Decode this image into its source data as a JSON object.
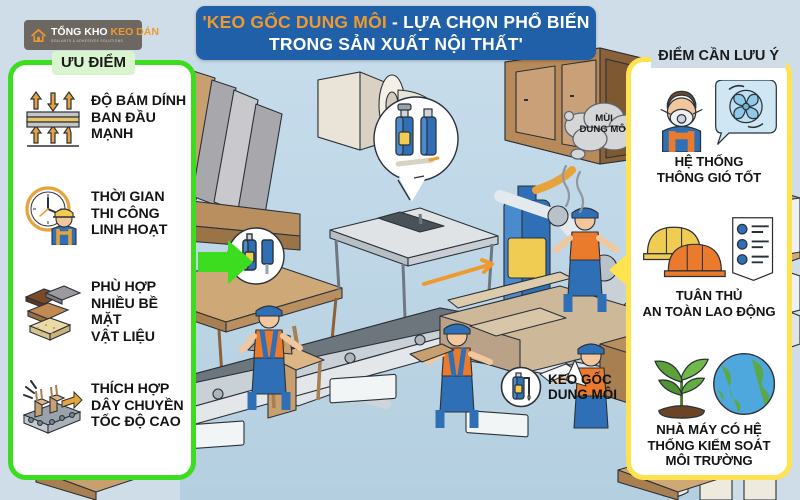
{
  "brand": {
    "logo_main_1": "TỔNG KHO",
    "logo_main_2": "KEO DÁN",
    "logo_sub": "SEALANTS & ADHESIVES SOLUTIONS",
    "logo_icon": "house-icon"
  },
  "banner": {
    "line1_highlight": "'KEO GỐC DUNG MÔI",
    "line1_rest": " - LỰA CHỌN PHỔ BIẾN",
    "line2": "TRONG SẢN XUẤT NỘI THẤT'"
  },
  "left_panel": {
    "title": "ƯU ĐIỂM",
    "border_color": "#3bdd1e",
    "items": [
      {
        "icon": "adhesion-layers-icon",
        "label": "ĐỘ BÁM DÍNH\nBAN ĐẦU\nMẠNH"
      },
      {
        "icon": "clock-worker-icon",
        "label": "THỜI GIAN\nTHI CÔNG\nLINH HOẠT"
      },
      {
        "icon": "material-layers-icon",
        "label": "PHÙ HỢP\nNHIỀU BỀ MẶT\nVẬT LIỆU"
      },
      {
        "icon": "conveyor-chairs-icon",
        "label": "THÍCH HỢP\nDÂY CHUYỀN\nTỐC ĐỘ CAO"
      }
    ]
  },
  "right_panel": {
    "title": "ĐIỂM CẦN LƯU Ý",
    "border_color": "#ffe24f",
    "items": [
      {
        "icon": "worker-mask-fan-icon",
        "label": "HỆ THỐNG\nTHÔNG GIÓ TỐT"
      },
      {
        "icon": "helmet-checklist-icon",
        "label": "TUÂN THỦ\nAN TOÀN LAO ĐỘNG"
      },
      {
        "icon": "plant-earth-icon",
        "label": "NHÀ MÁY CÓ HỆ\nTHỐNG KIỂM SOÁT\nMÔI TRƯỜNG"
      }
    ]
  },
  "scene": {
    "glue_label": "KEO GỐC\nDUNG MÔI",
    "glue_label_icon": "glue-can-icon",
    "odor_cloud_line1": "MÙI",
    "odor_cloud_line2": "DUNG MÔI",
    "left_arrow_color": "#3bdd1e",
    "right_arrow_color": "#ffe24f",
    "background_color": "#cfdde8",
    "floor_color": "#bcd6e4",
    "badge_spray_icon": "spray-can-icon",
    "badge_bottle_icon": "glue-bottle-icon"
  },
  "chart_data": null
}
